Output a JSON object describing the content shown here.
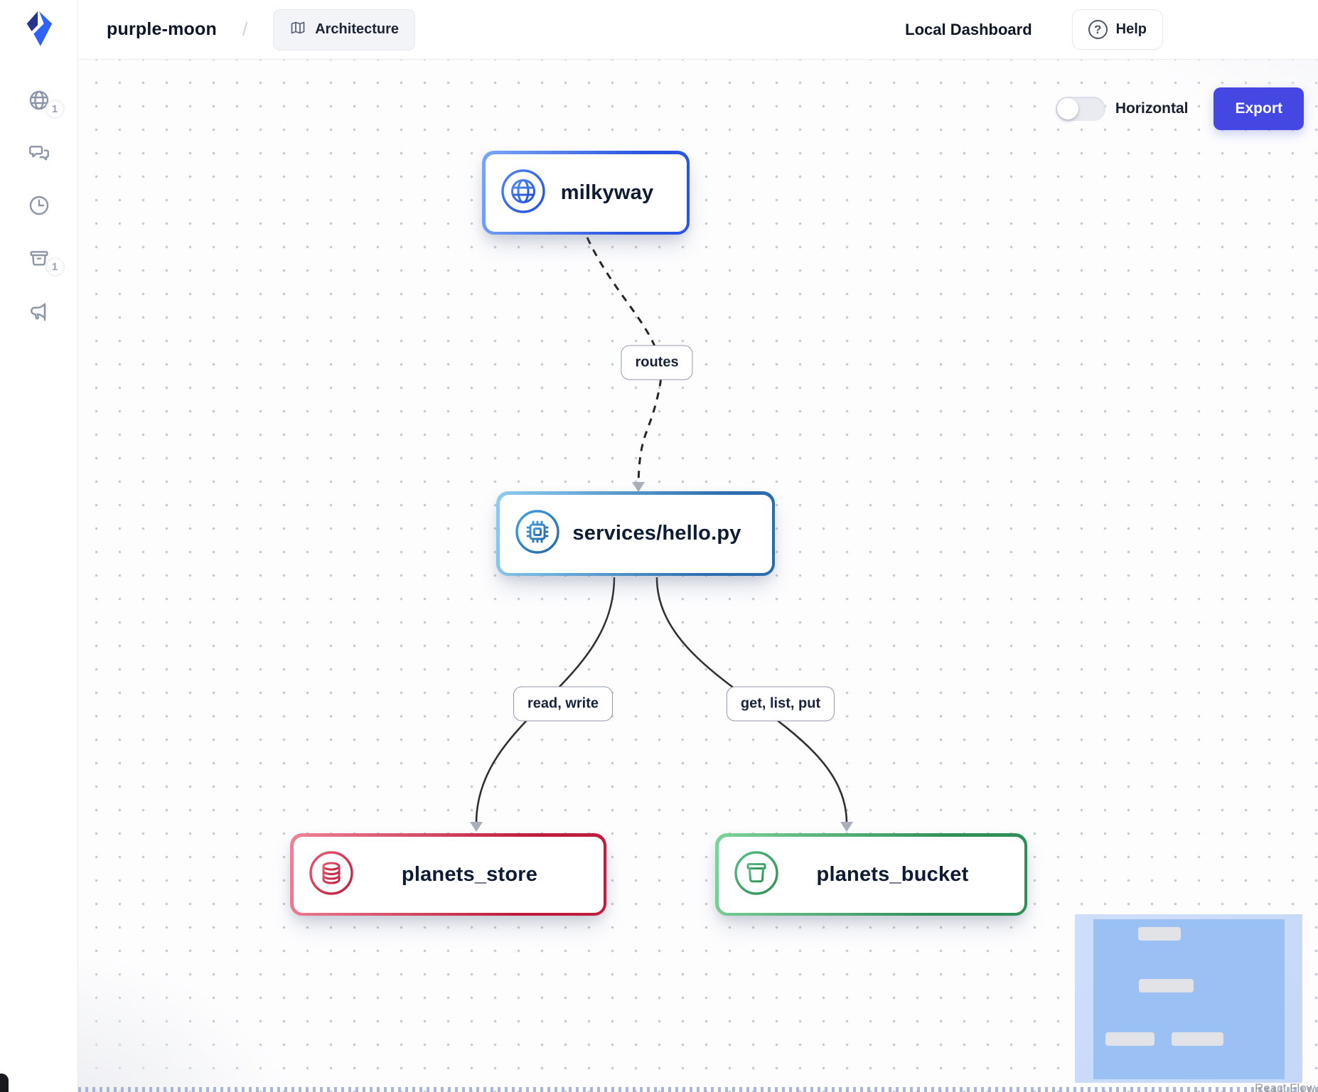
{
  "header": {
    "project": "purple-moon",
    "separator": "/",
    "nav_button": "Architecture",
    "nav_icon": "map-icon",
    "dashboard_label": "Local Dashboard",
    "help_label": "Help",
    "help_icon": "question-circle-icon",
    "logo_icon": "nitric-arrow-logo"
  },
  "sidebar": {
    "items": [
      {
        "icon": "globe-icon",
        "badge": "1"
      },
      {
        "icon": "chat-bubbles-icon",
        "badge": ""
      },
      {
        "icon": "clock-icon",
        "badge": ""
      },
      {
        "icon": "storage-box-icon",
        "badge": "1"
      },
      {
        "icon": "megaphone-icon",
        "badge": ""
      }
    ]
  },
  "canvas": {
    "controls": {
      "toggle_label": "Horizontal",
      "toggle_state": "off",
      "export_label": "Export"
    },
    "nodes": [
      {
        "id": "milkyway",
        "label": "milkyway",
        "icon": "globe-icon",
        "accent": "#2b54e0"
      },
      {
        "id": "services-hello",
        "label": "services/hello.py",
        "icon": "chip-icon",
        "accent": "#2a6cae"
      },
      {
        "id": "planets-store",
        "label": "planets_store",
        "icon": "database-icon",
        "accent": "#c01d3c"
      },
      {
        "id": "planets-bucket",
        "label": "planets_bucket",
        "icon": "bucket-icon",
        "accent": "#2f8f57"
      }
    ],
    "edges": [
      {
        "from": "milkyway",
        "to": "services-hello",
        "label": "routes",
        "style": "dashed"
      },
      {
        "from": "services-hello",
        "to": "planets-store",
        "label": "read, write",
        "style": "solid"
      },
      {
        "from": "services-hello",
        "to": "planets-bucket",
        "label": "get, list, put",
        "style": "solid"
      }
    ],
    "attribution": "React Flow"
  },
  "colors": {
    "export_button": "#4547e3",
    "node_blue": "#2b54e0",
    "node_steel_blue": "#2a6cae",
    "node_red": "#c01d3c",
    "node_green": "#2f8f57",
    "minimap_bg": "#c4d7f8",
    "minimap_viewport": "#9ac0f4",
    "edge_stroke": "#2f2f2f",
    "arrowhead": "#aab0ba"
  }
}
